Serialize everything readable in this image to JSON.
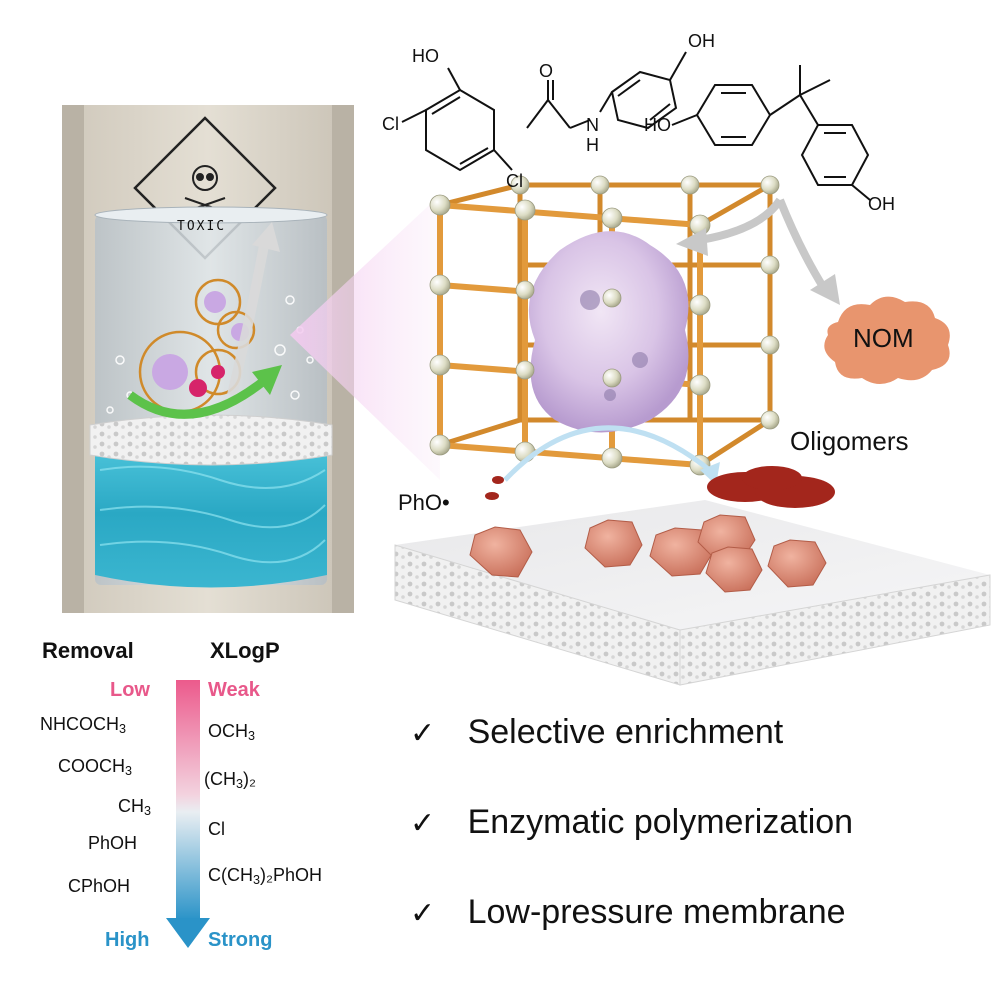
{
  "toxic_sign": {
    "label": "TOXIC"
  },
  "molecules": {
    "dichlorophenol": {
      "oh": "HO",
      "cl_top": "Cl",
      "cl_bottom": "Cl"
    },
    "acetaminophen": {
      "nh": "N",
      "h": "H",
      "oh": "OH",
      "o": "O"
    },
    "bisphenol": {
      "oh_left": "HO",
      "oh_right": "OH"
    }
  },
  "labels": {
    "nom": "NOM",
    "oligomers": "Oligomers",
    "radical": "PhO•"
  },
  "scale": {
    "removal_header": "Removal",
    "xlogp_header": "XLogP",
    "low": "Low",
    "high": "High",
    "weak": "Weak",
    "strong": "Strong",
    "removal_groups": [
      {
        "main": "NHCOCH",
        "sub": "3",
        "tail": ""
      },
      {
        "main": "COOCH",
        "sub": "3",
        "tail": ""
      },
      {
        "main": "CH",
        "sub": "3",
        "tail": ""
      },
      {
        "main": "PhOH",
        "sub": "",
        "tail": ""
      },
      {
        "main": "CPhOH",
        "sub": "",
        "tail": ""
      }
    ],
    "xlogp_groups": [
      {
        "main": "OCH",
        "sub": "3",
        "tail": ""
      },
      {
        "main": "(CH",
        "sub": "3",
        "tail": ")₂"
      },
      {
        "main": "Cl",
        "sub": "",
        "tail": ""
      },
      {
        "main": "C(CH",
        "sub": "3",
        "tail": ")₂PhOH"
      }
    ],
    "colors": {
      "low": "#e8588a",
      "high": "#2a93c8",
      "mid": "#f2f2f2"
    }
  },
  "features": [
    {
      "check": "✓",
      "text": "Selective enrichment"
    },
    {
      "check": "✓",
      "text": "Enzymatic polymerization"
    },
    {
      "check": "✓",
      "text": "Low-pressure membrane"
    }
  ]
}
